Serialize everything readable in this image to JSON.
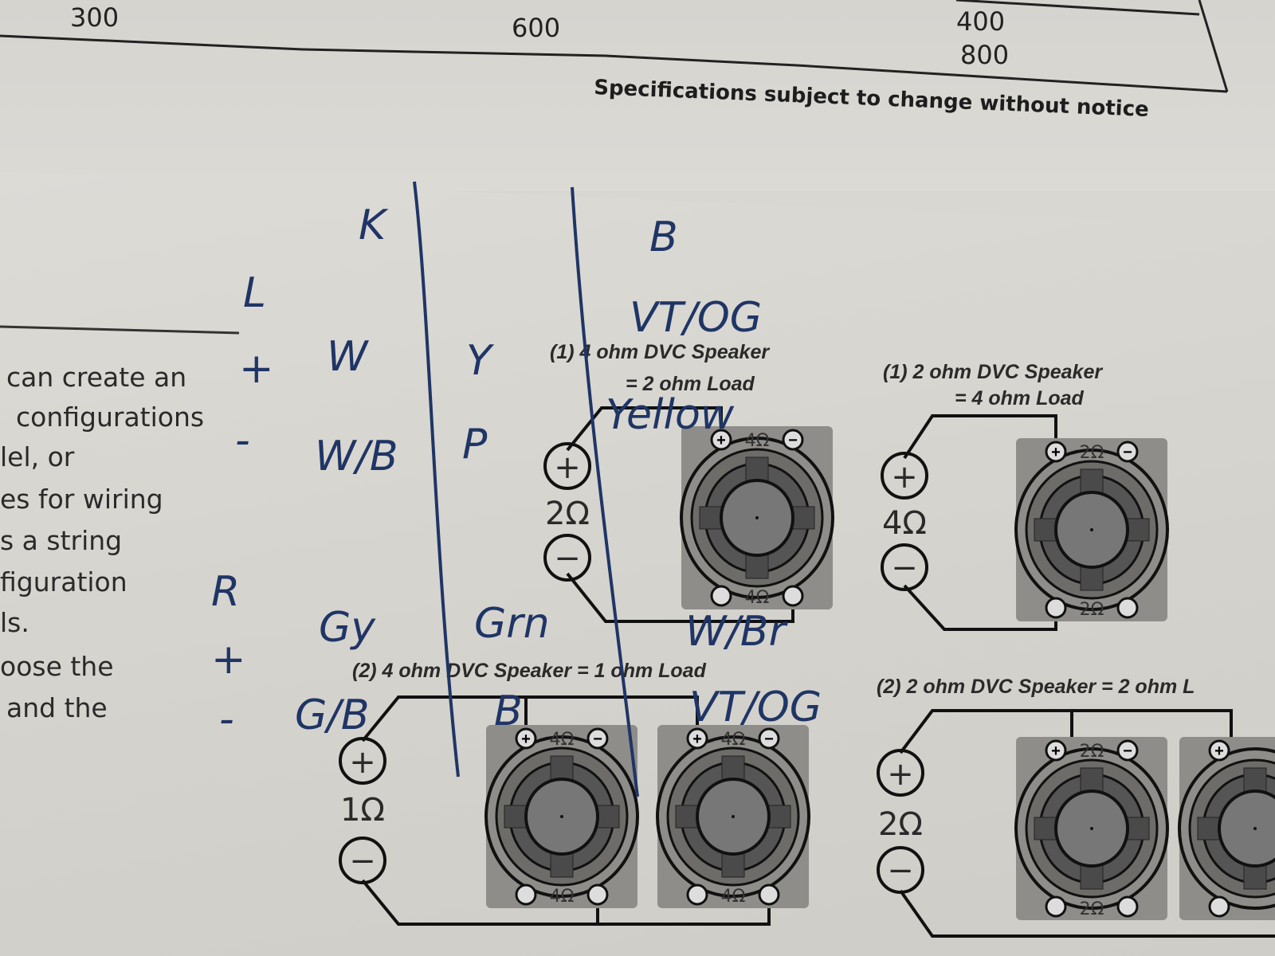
{
  "spec_table": {
    "values": [
      "300",
      "600",
      "400",
      "800"
    ],
    "footnote": "Specifications subject to change without notice"
  },
  "body_text": [
    "can create an",
    "configurations",
    "lel, or",
    "es for wiring",
    "s a string",
    "figuration",
    "ls.",
    "oose the",
    "and the"
  ],
  "diagrams": {
    "d1": {
      "title_line1": "(1) 4 ohm DVC Speaker",
      "title_line2": "= 2 ohm Load",
      "load": "2Ω",
      "coil": "4Ω"
    },
    "d2": {
      "title_line1": "(1) 2 ohm DVC Speaker",
      "title_line2": "= 4 ohm Load",
      "load": "4Ω",
      "coil": "2Ω"
    },
    "d3": {
      "title": "(2) 4 ohm DVC Speaker = 1 ohm Load",
      "load": "1Ω",
      "coil": "4Ω"
    },
    "d4": {
      "title": "(2) 2 ohm DVC Speaker = 2 ohm L",
      "load": "2Ω",
      "coil": "2Ω"
    }
  },
  "handwriting": {
    "K": "K",
    "L": "L",
    "plus1": "+",
    "W": "W",
    "minus1": "-",
    "WB": "W/B",
    "Y": "Y",
    "P": "P",
    "B_top": "B",
    "VTOG_top": "VT/OG",
    "yellow": "Yellow",
    "R": "R",
    "plus2": "+",
    "Gy": "Gy",
    "Grn": "Grn",
    "minus2": "-",
    "GB": "G/B",
    "WBr": "W/Br",
    "B_bottom": "B",
    "VTOG_bottom": "VT/OG"
  },
  "colors": {
    "ink": "#1f3566",
    "paper": "#d9d7d2"
  }
}
